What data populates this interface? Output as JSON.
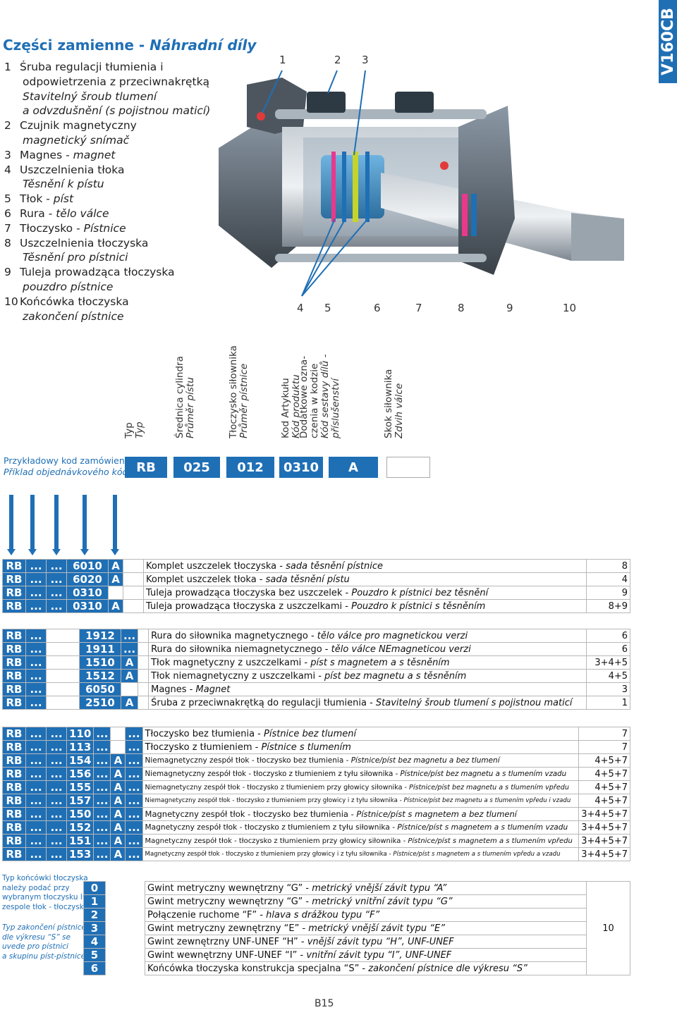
{
  "title": {
    "pl": "Części zamienne - ",
    "cz": "Náhradní díly"
  },
  "side_code": "V160CB",
  "parts": [
    {
      "num": "1",
      "lines": [
        {
          "t": "Śruba regulacji tłumienia i",
          "i": false
        },
        {
          "t": "odpowietrzenia z przeciwnakrętką",
          "i": false,
          "ind": true
        },
        {
          "t": "Stavitelný šroub tlumení",
          "i": true,
          "ind": true
        },
        {
          "t": "a odvzdušnění (s pojistnou maticí)",
          "i": true,
          "ind": true
        }
      ]
    },
    {
      "num": "2",
      "lines": [
        {
          "t": "Czujnik magnetyczny",
          "i": false
        },
        {
          "t": "magnetický snímač",
          "i": true,
          "ind": true
        }
      ]
    },
    {
      "num": "3",
      "lines": [
        {
          "t": "Magnes - ",
          "i": false,
          "tail": "magnet"
        }
      ]
    },
    {
      "num": "4",
      "lines": [
        {
          "t": "Uszczelnienia tłoka",
          "i": false
        },
        {
          "t": "Těsnění k pístu",
          "i": true,
          "ind": true
        }
      ]
    },
    {
      "num": "5",
      "lines": [
        {
          "t": "Tłok - ",
          "i": false,
          "tail": "píst"
        }
      ]
    },
    {
      "num": "6",
      "lines": [
        {
          "t": "Rura - ",
          "i": false,
          "tail": "tělo válce"
        }
      ]
    },
    {
      "num": "7",
      "lines": [
        {
          "t": "Tłoczysko - ",
          "i": false,
          "tail": "Pístnice"
        }
      ]
    },
    {
      "num": "8",
      "lines": [
        {
          "t": "Uszczelnienia tłoczyska",
          "i": false
        },
        {
          "t": "Těsnění pro pístnici",
          "i": true,
          "ind": true
        }
      ]
    },
    {
      "num": "9",
      "lines": [
        {
          "t": "Tuleja prowadząca tłoczyska",
          "i": false
        },
        {
          "t": "pouzdro pístnice",
          "i": true,
          "ind": true
        }
      ]
    },
    {
      "num": "10",
      "lines": [
        {
          "t": "Końcówka tłoczyska",
          "i": false
        },
        {
          "t": "zakončení pístnice",
          "i": true,
          "ind": true
        }
      ]
    }
  ],
  "callouts_top": [
    "1",
    "2",
    "3"
  ],
  "callouts_bottom": [
    "4",
    "5",
    "6",
    "7",
    "8",
    "9",
    "10"
  ],
  "code_headers": [
    {
      "pl": "Typ",
      "cz": "Typ"
    },
    {
      "pl": "Średnica cylindra",
      "cz": "Průměr pístu"
    },
    {
      "pl": "Tłoczysko siłownika",
      "cz": "Průměr pístnice"
    },
    {
      "pl": "Kod Artykułu",
      "cz": "Kód produktu"
    },
    {
      "pl": "Dodatkowe ozna-",
      "pl2": "czenia w kodzie",
      "cz": "Kód sestavy dílů -",
      "cz2": "příslušenství"
    },
    {
      "pl": "Skok siłownika",
      "cz": "Zdvih válce"
    }
  ],
  "example_label": {
    "pl": "Przykładowy kod zamówienia:",
    "cz": "Příklad objednávkového kódu:"
  },
  "example_code": [
    "RB",
    "025",
    "012",
    "0310",
    "A"
  ],
  "group1": [
    {
      "c1": "RB",
      "c2": "...",
      "c3": "...",
      "c4": "6010",
      "c5": "A",
      "pl": "Komplet uszczelek tłoczyska - ",
      "cz": "sada těsnění pístnice",
      "ref": "8"
    },
    {
      "c1": "RB",
      "c2": "...",
      "c3": "...",
      "c4": "6020",
      "c5": "A",
      "pl": "Komplet uszczelek tłoka - ",
      "cz": "sada těsnění pístu",
      "ref": "4"
    },
    {
      "c1": "RB",
      "c2": "...",
      "c3": "...",
      "c4": "0310",
      "c5": "",
      "pl": "Tuleja prowadząca tłoczyska bez uszczelek - ",
      "cz": "Pouzdro k pístnici bez těsnění",
      "ref": "9"
    },
    {
      "c1": "RB",
      "c2": "...",
      "c3": "...",
      "c4": "0310",
      "c5": "A",
      "pl": "Tuleja prowadząca tłoczyska z uszczelkami - ",
      "cz": "Pouzdro k pístnici s těsněním",
      "ref": "8+9"
    }
  ],
  "group2": [
    {
      "c1": "RB",
      "c2": "...",
      "c4": "1912",
      "c5": "...",
      "pl": "Rura do siłownika magnetycznego - ",
      "cz": "tělo válce pro magnetickou verzi",
      "ref": "6"
    },
    {
      "c1": "RB",
      "c2": "...",
      "c4": "1911",
      "c5": "...",
      "pl": "Rura do siłownika niemagnetycznego - ",
      "cz": "tělo válce NEmagneticou verzi",
      "ref": "6"
    },
    {
      "c1": "RB",
      "c2": "...",
      "c4": "1510",
      "c5": "A",
      "pl": "Tłok magnetyczny z uszczelkami - ",
      "cz": "píst s magnetem a s těsněním",
      "ref": "3+4+5"
    },
    {
      "c1": "RB",
      "c2": "...",
      "c4": "1512",
      "c5": "A",
      "pl": "Tłok niemagnetyczny z uszczelkami - ",
      "cz": "píst bez magnetu a s těsněním",
      "ref": "4+5"
    },
    {
      "c1": "RB",
      "c2": "...",
      "c4": "6050",
      "c5": "",
      "pl": "Magnes - ",
      "cz": "Magnet",
      "ref": "3"
    },
    {
      "c1": "RB",
      "c2": "...",
      "c4": "2510",
      "c5": "A",
      "pl": "Śruba z przeciwnakrętką do regulacji tłumienia - ",
      "cz": "Stavitelný šroub tlumení s pojistnou maticí",
      "ref": "1"
    }
  ],
  "group3": [
    {
      "c1": "RB",
      "c2": "...",
      "c3": "...",
      "c4": "110",
      "c4b": "...",
      "c5": "",
      "c6": "...",
      "pl": "Tłoczysko bez tłumienia - ",
      "cz": "Pístnice bez tlumení",
      "ref": "7",
      "fs": "13"
    },
    {
      "c1": "RB",
      "c2": "...",
      "c3": "...",
      "c4": "113",
      "c4b": "...",
      "c5": "",
      "c6": "...",
      "pl": "Tłoczysko z tłumieniem - ",
      "cz": "Pístnice s tlumením",
      "ref": "7",
      "fs": "13"
    },
    {
      "c1": "RB",
      "c2": "...",
      "c3": "...",
      "c4": "154",
      "c4b": "...",
      "c5": "A",
      "c6": "...",
      "pl": "Niemagnetyczny zespół tłok - tłoczysko bez tłumienia - ",
      "cz": "Pístnice/píst bez magnetu a bez tlumení",
      "ref": "4+5+7",
      "fs": "10.5"
    },
    {
      "c1": "RB",
      "c2": "...",
      "c3": "...",
      "c4": "156",
      "c4b": "...",
      "c5": "A",
      "c6": "...",
      "pl": "Niemagnetyczny zespół tłok - tłoczysko z tłumieniem z tyłu siłownika - ",
      "cz": "Pístnice/píst bez magnetu a s tlumením vzadu",
      "ref": "4+5+7",
      "fs": "10.2"
    },
    {
      "c1": "RB",
      "c2": "...",
      "c3": "...",
      "c4": "155",
      "c4b": "...",
      "c5": "A",
      "c6": "...",
      "pl": "Niemagnetyczny zespół tłok - tłoczysko z tłumieniem przy głowicy siłownika - ",
      "cz": "Pístnice/píst bez magnetu a s tlumením vpředu",
      "ref": "4+5+7",
      "fs": "9.6"
    },
    {
      "c1": "RB",
      "c2": "...",
      "c3": "...",
      "c4": "157",
      "c4b": "...",
      "c5": "A",
      "c6": "...",
      "pl": "Niemagnetyczny zespół tłok - tłoczysko z tłumieniem przy głowicy i z tyłu siłownika - ",
      "cz": "Pístnice/píst bez magnetu a s tlumením vpředu i vzadu",
      "ref": "4+5+7",
      "fs": "8.6"
    },
    {
      "c1": "RB",
      "c2": "...",
      "c3": "...",
      "c4": "150",
      "c4b": "...",
      "c5": "A",
      "c6": "...",
      "pl": "Magnetyczny zespół tłok - tłoczysko bez tłumienia - ",
      "cz": "Pístnice/píst s magnetem a bez tlumení",
      "ref": "3+4+5+7",
      "fs": "11.5"
    },
    {
      "c1": "RB",
      "c2": "...",
      "c3": "...",
      "c4": "152",
      "c4b": "...",
      "c5": "A",
      "c6": "...",
      "pl": "Magnetyczny zespół tłok - tłoczysko z tłumieniem z tyłu siłownika - ",
      "cz": "Pístnice/píst s magnetem a s tlumením vzadu",
      "ref": "3+4+5+7",
      "fs": "10.6"
    },
    {
      "c1": "RB",
      "c2": "...",
      "c3": "...",
      "c4": "151",
      "c4b": "...",
      "c5": "A",
      "c6": "...",
      "pl": "Magnetyczny zespół tłok - tłoczysko z tłumieniem przy głowicy siłownika - ",
      "cz": "Pístnice/píst s magnetem a s tlumením vpředu",
      "ref": "3+4+5+7",
      "fs": "10"
    },
    {
      "c1": "RB",
      "c2": "...",
      "c3": "...",
      "c4": "153",
      "c4b": "...",
      "c5": "A",
      "c6": "...",
      "pl": "Magnetyczny zespół tłok - tłoczysko z tłumieniem przy głowicy i z tyłu siłownika - ",
      "cz": "Pístnice/píst s magnetem a s tlumením vpředu a vzadu",
      "ref": "3+4+5+7",
      "fs": "8.6"
    }
  ],
  "left_note_pl": [
    "Typ końcówki tłoczyska",
    "należy podać przy",
    "wybranym tłoczysku lub",
    "zespole tłok - tłoczysko"
  ],
  "left_note_cz": [
    "Typ zakončení pístnice",
    "dle výkresu “S” se",
    "uvede pro pístnici",
    "a skupinu píst-pístnice"
  ],
  "group4_codes": [
    "0",
    "1",
    "2",
    "3",
    "4",
    "5",
    "6"
  ],
  "group4_desc": [
    {
      "pl": "Gwint metryczny wewnętrzny “G” - ",
      "cz": "metrický vnější závit typu “A”"
    },
    {
      "pl": "Gwint metryczny wewnętrzny “G” - ",
      "cz": "metrický vnitřní závit typu “G”"
    },
    {
      "pl": "Połączenie ruchome “F” - ",
      "cz": "hlava s drážkou typu “F”"
    },
    {
      "pl": "Gwint metryczny zewnętrzny “E” - ",
      "cz": "metrický vnější závit typu “E”"
    },
    {
      "pl": "Gwint zewnętrzny UNF-UNEF “H” - ",
      "cz": "vnější závit typu “H”, UNF-UNEF"
    },
    {
      "pl": "Gwint wewnętrzny UNF-UNEF “I” - ",
      "cz": "vnitřní závit typu “I”, UNF-UNEF"
    },
    {
      "pl": "Końcówka tłoczyska konstrukcja specjalna “S” - ",
      "cz": "zakončení pístnice dle výkresu “S”"
    }
  ],
  "group4_ref": "10",
  "page_number": "B15",
  "colors": {
    "brand": "#1f6fb5"
  }
}
